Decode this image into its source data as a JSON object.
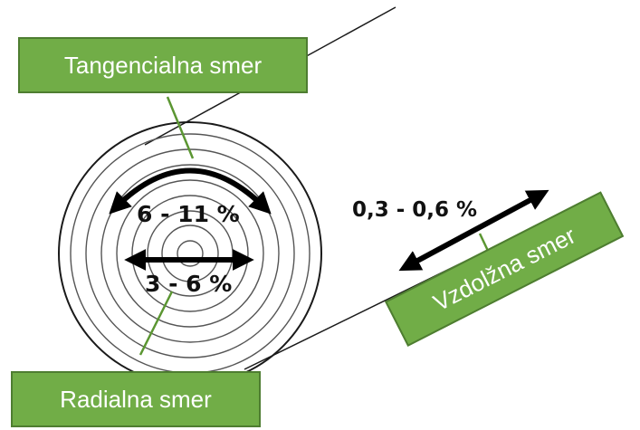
{
  "labels": {
    "tangential": "Tangencialna smer",
    "radial": "Radialna smer",
    "longitudinal": "Vzdolžna smer"
  },
  "values": {
    "tangential": "6 - 11 %",
    "radial": "3 - 6 %",
    "longitudinal": "0,3 - 0,6 %"
  },
  "colors": {
    "label_fill": "#71ad47",
    "label_border": "#4e7d31",
    "leader_line": "#5b9632",
    "arrow": "#000000",
    "rings": "#555555"
  }
}
